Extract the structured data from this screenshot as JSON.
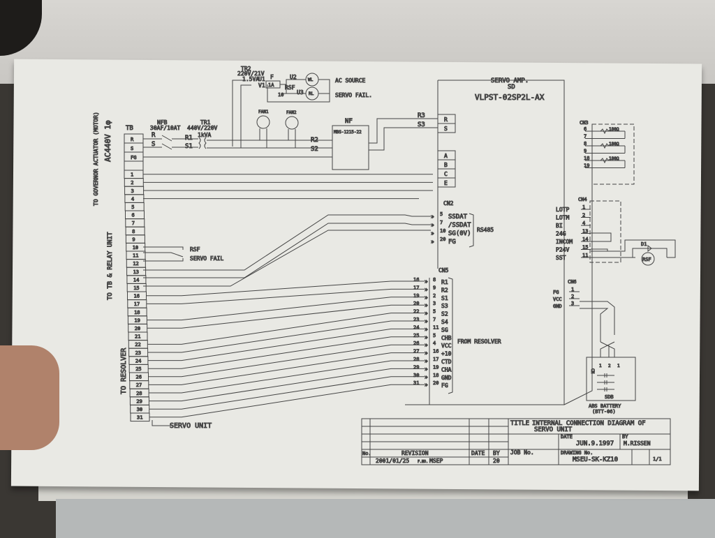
{
  "top_circuit": {
    "transformer2": "TR2",
    "tr2_rating": "220V/21V",
    "tr2_power": "1.5VA",
    "u1": "U1",
    "v1": "V1",
    "fuse": "F",
    "fuse_rating": "1A",
    "u2": "U2",
    "u3": "U3",
    "rsf": "RSF",
    "pin_10": "10",
    "wl": "WL",
    "rl": "RL",
    "ac_source": "AC SOURCE",
    "servo_fail": "SERVO FAIL."
  },
  "power": {
    "supply": "AC440V 1φ",
    "tb": "TB",
    "nfb": "NFB",
    "nfb_rating": "30AF/10AT",
    "tr1": "TR1",
    "tr1_rating": "440V/220V",
    "tr1_power": "1kVA",
    "r": "R",
    "s": "S",
    "r1": "R1",
    "s1": "S1",
    "r2": "R2",
    "s2": "S2",
    "r3": "R3",
    "s3": "S3",
    "fan1": "FAN1",
    "fan2": "FAN2",
    "nf": "NF",
    "nf_model": "MBS-1215-22"
  },
  "tb_rows": [
    "R",
    "S",
    "FG",
    "",
    "1",
    "2",
    "3",
    "4",
    "5",
    "6",
    "7",
    "8",
    "9",
    "10",
    "11",
    "12",
    "13",
    "14",
    "15",
    "16",
    "17",
    "18",
    "19",
    "20",
    "21",
    "22",
    "23",
    "24",
    "25",
    "26",
    "27",
    "28",
    "29",
    "30",
    "31"
  ],
  "tb_groups": {
    "motor": "TO GOVERNOR ACTUATOR (MOTOR)",
    "relay": "TO TB & RELAY UNIT",
    "resolver": "TO RESOLVER"
  },
  "tb_switch": {
    "rsf": "RSF",
    "servo_fail": "SERVO FAIL"
  },
  "servo_unit_arrow": "SERVO UNIT",
  "servo_amp": {
    "title": "SERVO AMP.",
    "code": "SD",
    "model": "VLPST-02SP2L-AX",
    "power_terminals": [
      "R",
      "S"
    ],
    "motor_terminals": [
      "A",
      "B",
      "C",
      "E"
    ]
  },
  "cn2": {
    "label": "CN2",
    "group": "RS485",
    "pins": [
      {
        "n": "5",
        "sig": "SSDAT"
      },
      {
        "n": "7",
        "sig": "/SSDAT"
      },
      {
        "n": "10",
        "sig": "SG(0V)"
      },
      {
        "n": "20",
        "sig": "FG"
      }
    ]
  },
  "cn5": {
    "label": "CN5",
    "group": "FROM RESOLVER",
    "pins": [
      {
        "tb": "16",
        "n": "8",
        "sig": "R1"
      },
      {
        "tb": "17",
        "n": "9",
        "sig": "R2"
      },
      {
        "tb": "19",
        "n": "2",
        "sig": "S1"
      },
      {
        "tb": "20",
        "n": "3",
        "sig": "S3"
      },
      {
        "tb": "22",
        "n": "5",
        "sig": "S2"
      },
      {
        "tb": "23",
        "n": "7",
        "sig": "S4"
      },
      {
        "tb": "24",
        "n": "11",
        "sig": "SG"
      },
      {
        "tb": "25",
        "n": "5",
        "sig": "CHB"
      },
      {
        "tb": "26",
        "n": "4",
        "sig": "VCC"
      },
      {
        "tb": "27",
        "n": "16",
        "sig": "+10"
      },
      {
        "tb": "28",
        "n": "17",
        "sig": "CTD"
      },
      {
        "tb": "29",
        "n": "19",
        "sig": "CHA"
      },
      {
        "tb": "30",
        "n": "18",
        "sig": "GND"
      },
      {
        "tb": "31",
        "n": "20",
        "sig": "FG"
      }
    ]
  },
  "cn3": {
    "label": "CN3",
    "pins": [
      "6",
      "7",
      "8",
      "9",
      "18",
      "19"
    ],
    "resistor": "180Ω"
  },
  "cn4": {
    "label": "CN4",
    "pins": [
      {
        "n": "1",
        "sig": "LOTP"
      },
      {
        "n": "2",
        "sig": "LOTM"
      },
      {
        "n": "4",
        "sig": "BI"
      },
      {
        "n": "13",
        "sig": "24G"
      },
      {
        "n": "14",
        "sig": "INCOM"
      },
      {
        "n": "15",
        "sig": "P24V"
      },
      {
        "n": "11",
        "sig": "SST"
      }
    ],
    "diode": "D1",
    "relay": "RSF"
  },
  "cn6": {
    "label": "CN6",
    "pins": [
      {
        "n": "1",
        "sig": "FG"
      },
      {
        "n": "2",
        "sig": "VCC"
      },
      {
        "n": "3",
        "sig": "GND"
      }
    ]
  },
  "battery": {
    "label": "SDB",
    "cn": "CN",
    "pins": [
      "1",
      "2",
      "1"
    ],
    "name": "ABS BATTERY",
    "model": "(BTT-06)"
  },
  "title_block": {
    "title_label": "TITLE",
    "title": "INTERNAL CONNECTION DIAGRAM OF",
    "title2": "SERVO UNIT",
    "date_label": "DATE",
    "date": "JUN.9.1997",
    "by_label": "BY",
    "by": "M.RISSEN",
    "job_label": "JOB No.",
    "drawing_label": "DRAWING No.",
    "drawing_no": "MSEU-SK-KZ10",
    "sheet": "1/1",
    "no_label": "No.",
    "revision_label": "REVISION",
    "rev_date_label": "DATE",
    "rev_by_label": "BY",
    "rev_date": "2001/01/25",
    "fno_label": "F.NO.",
    "fno": "MSEP",
    "rev_by": "20"
  }
}
